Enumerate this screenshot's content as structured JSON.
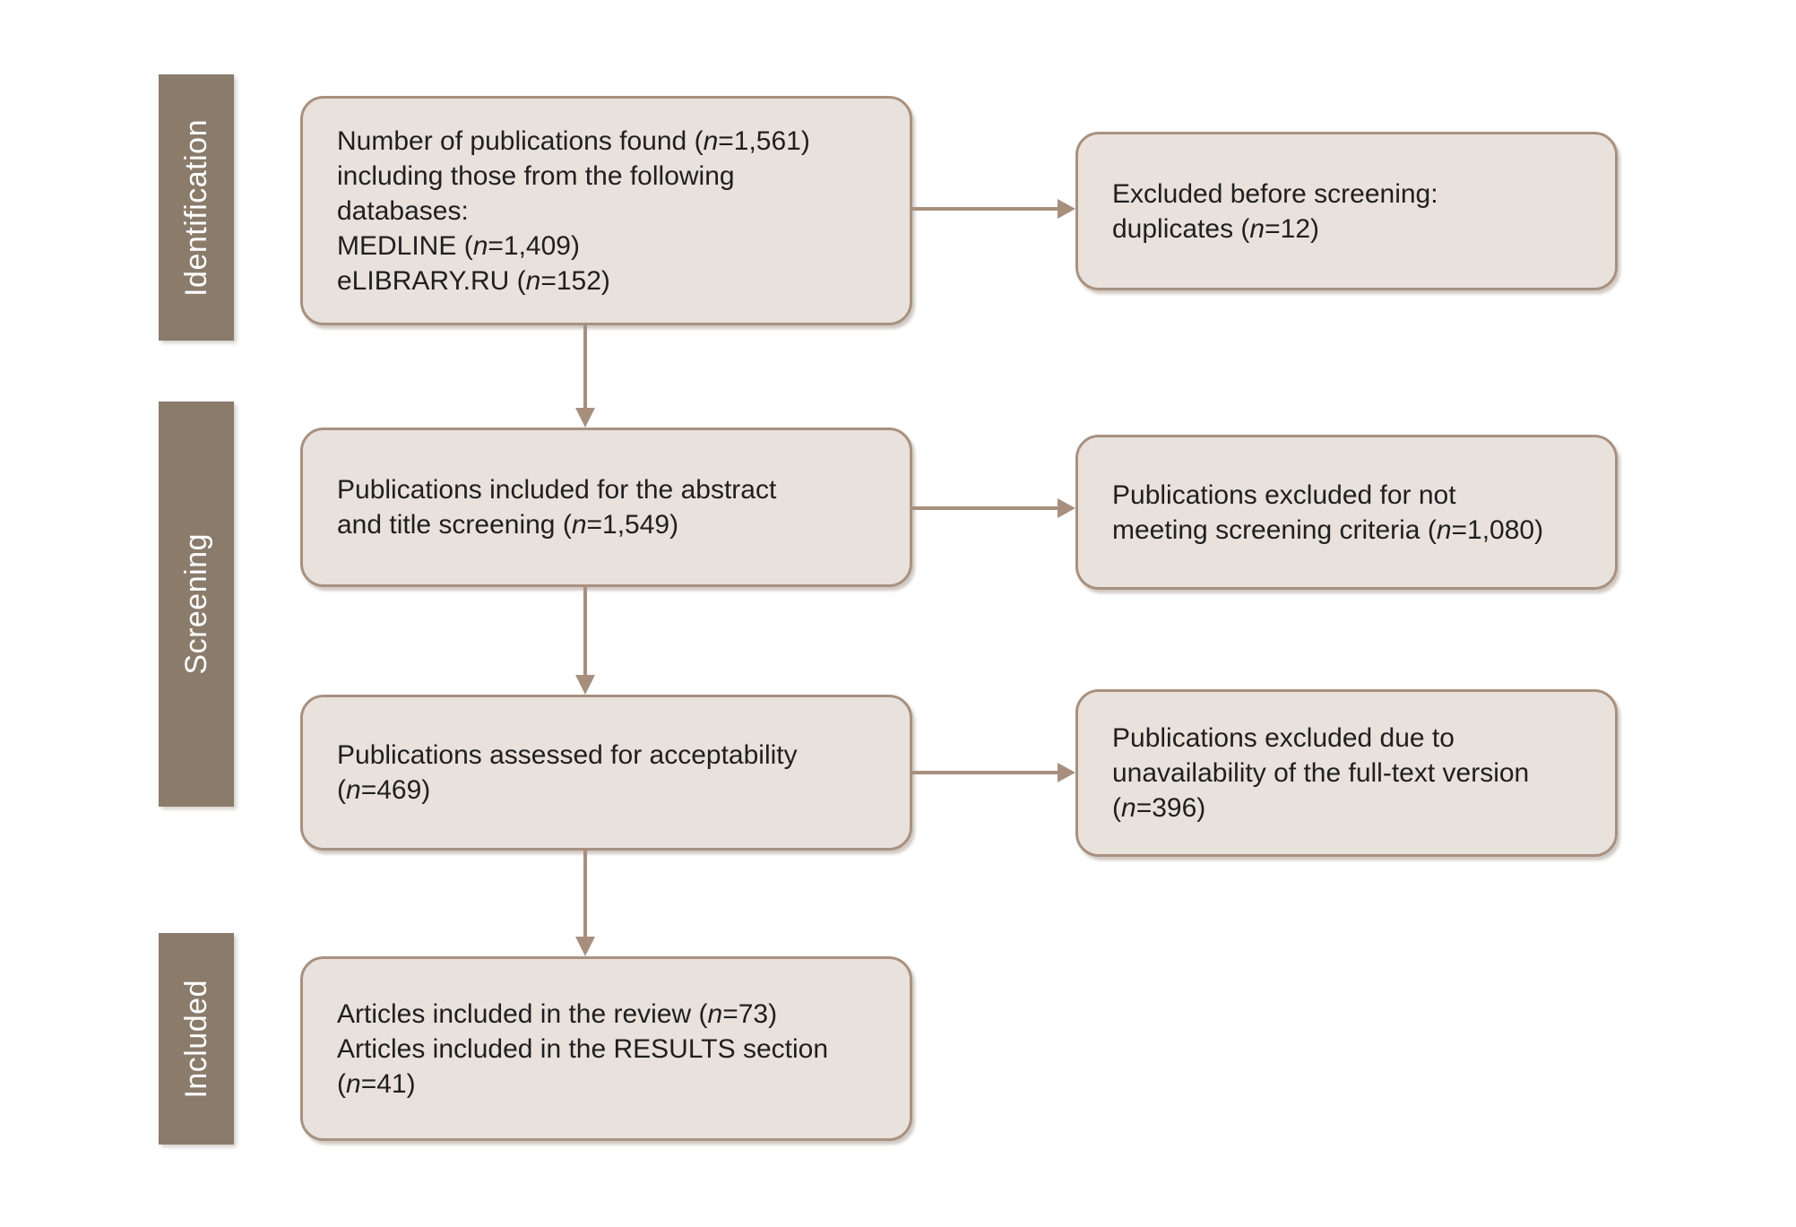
{
  "diagram": {
    "colors": {
      "stage_bar": "#8a7b6b",
      "stage_text": "#ffffff",
      "box_fill": "#e8e1dc",
      "box_border": "#a89180",
      "arrow": "#a78f7e",
      "text": "#1f1f1f",
      "page_bg": "#ffffff"
    },
    "stages": [
      {
        "label": "Identification"
      },
      {
        "label": "Screening"
      },
      {
        "label": "Included"
      }
    ],
    "flow_boxes": [
      {
        "lines": [
          "Number of publications found (*n*=1,561)",
          "including those from the following",
          "databases:",
          "MEDLINE (*n*=1,409)",
          "eLIBRARY.RU (*n*=152)"
        ]
      },
      {
        "lines": [
          "Publications included for the abstract",
          "and title screening (*n*=1,549)"
        ]
      },
      {
        "lines": [
          "Publications assessed for acceptability",
          "(*n*=469)"
        ]
      },
      {
        "lines": [
          "Articles included in the review (*n*=73)",
          "Articles included in the RESULTS section",
          "(*n*=41)"
        ]
      }
    ],
    "exclusion_boxes": [
      {
        "lines": [
          "Excluded before screening:",
          "duplicates (*n*=12)"
        ]
      },
      {
        "lines": [
          "Publications excluded for not",
          "meeting screening criteria (*n*=1,080)"
        ]
      },
      {
        "lines": [
          "Publications excluded due to",
          "unavailability of the full-text version",
          "(*n*=396)"
        ]
      }
    ]
  }
}
